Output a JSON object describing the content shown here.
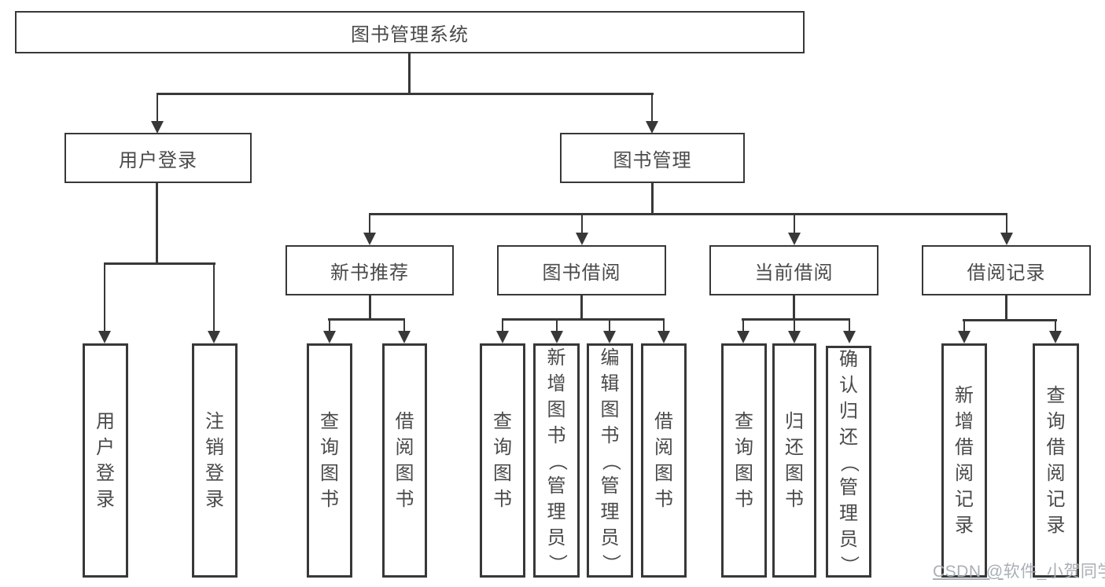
{
  "tree": {
    "label": "图书管理系统",
    "children": [
      {
        "label": "用户登录",
        "children": [
          {
            "label": "用户登录"
          },
          {
            "label": "注销登录"
          }
        ]
      },
      {
        "label": "图书管理",
        "children": [
          {
            "label": "新书推荐",
            "children": [
              {
                "label": "查询图书"
              },
              {
                "label": "借阅图书"
              }
            ]
          },
          {
            "label": "图书借阅",
            "children": [
              {
                "label": "查询图书"
              },
              {
                "label": "新增图书（管理员）"
              },
              {
                "label": "编辑图书（管理员）"
              },
              {
                "label": "借阅图书"
              }
            ]
          },
          {
            "label": "当前借阅",
            "children": [
              {
                "label": "查询图书"
              },
              {
                "label": "归还图书"
              },
              {
                "label": "确认归还（管理员）"
              }
            ]
          },
          {
            "label": "借阅记录",
            "children": [
              {
                "label": "新增借阅记录"
              },
              {
                "label": "查询借阅记录"
              }
            ]
          }
        ]
      }
    ]
  },
  "watermark": {
    "prefix": "CSDN @",
    "author": "软件_小贺同学"
  },
  "colors": {
    "line": "#383838",
    "text": "#4a4a4a",
    "background": "#ffffff",
    "watermark": "#a9afb5"
  }
}
